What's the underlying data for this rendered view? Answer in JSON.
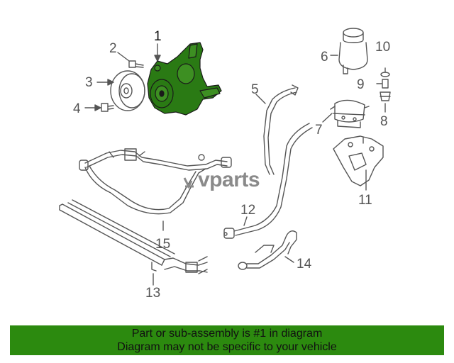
{
  "diagram": {
    "callouts": [
      "1",
      "2",
      "3",
      "4",
      "5",
      "6",
      "7",
      "8",
      "9",
      "10",
      "11",
      "12",
      "13",
      "14",
      "15"
    ],
    "watermark": "vparts",
    "colors": {
      "highlight_part": "#2a7a14",
      "line": "#555555",
      "banner": "#2c8a0f"
    }
  },
  "banner": {
    "line1": "Part or sub-assembly is #1 in diagram",
    "line2": "Diagram may not be specific to your vehicle"
  }
}
